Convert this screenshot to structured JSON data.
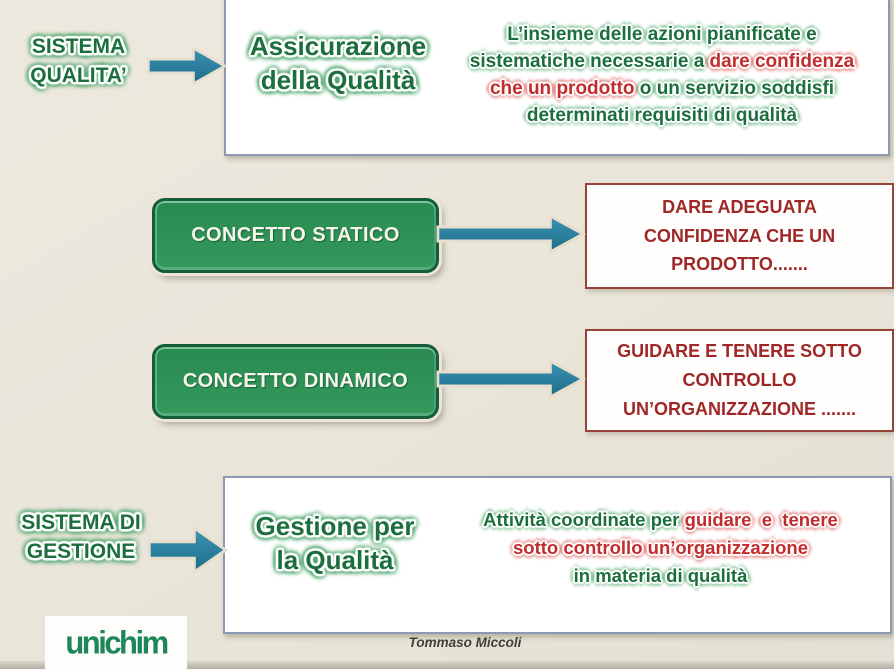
{
  "slide": {
    "top_flow": {
      "label_line1": "SISTEMA",
      "label_line2": "QUALITA’",
      "box_title_line1": "Assicurazione",
      "box_title_line2": "della Qualità",
      "description_lines": [
        [
          {
            "t": "L’insieme delle azioni pianificate e",
            "c": "green"
          }
        ],
        [
          {
            "t": "sistematiche necessarie a ",
            "c": "green"
          },
          {
            "t": "dare confidenza",
            "c": "red"
          }
        ],
        [
          {
            "t": "che un prodotto",
            "c": "red"
          },
          {
            "t": " o un servizio soddisfi",
            "c": "green"
          }
        ],
        [
          {
            "t": "determinati requisiti di qualità",
            "c": "green"
          }
        ]
      ]
    },
    "static_concept": {
      "button_label": "CONCETTO STATICO",
      "result_lines": [
        "DARE ADEGUATA",
        "CONFIDENZA CHE UN",
        "PRODOTTO......."
      ]
    },
    "dynamic_concept": {
      "button_label": "CONCETTO DINAMICO",
      "result_lines": [
        "GUIDARE E TENERE SOTTO",
        "CONTROLLO",
        "UN’ORGANIZZAZIONE ......."
      ]
    },
    "bottom_flow": {
      "label_line1": "SISTEMA DI",
      "label_line2": "GESTIONE",
      "box_title_line1": "Gestione per",
      "box_title_line2": "la Qualità",
      "description_lines": [
        [
          {
            "t": "Attività coordinate per ",
            "c": "green"
          },
          {
            "t": "guidare  e  tenere",
            "c": "red"
          }
        ],
        [
          {
            "t": "sotto controllo un’organizzazione",
            "c": "red"
          }
        ],
        [
          {
            "t": "in materia di qualità",
            "c": "green"
          }
        ]
      ]
    },
    "footer": {
      "logo_text": "unichim",
      "author": "Tommaso Miccoli"
    },
    "colors": {
      "background": "#E9E5D9",
      "green_text": "#1C6E3D",
      "red_text": "#C22C2C",
      "dark_red_text": "#9E2727",
      "button_green": "#2E9156",
      "button_border": "#135E39",
      "arrow_teal": "#2B7E9D",
      "white_box_border": "#8B99B4",
      "red_box_border": "#964438"
    }
  }
}
